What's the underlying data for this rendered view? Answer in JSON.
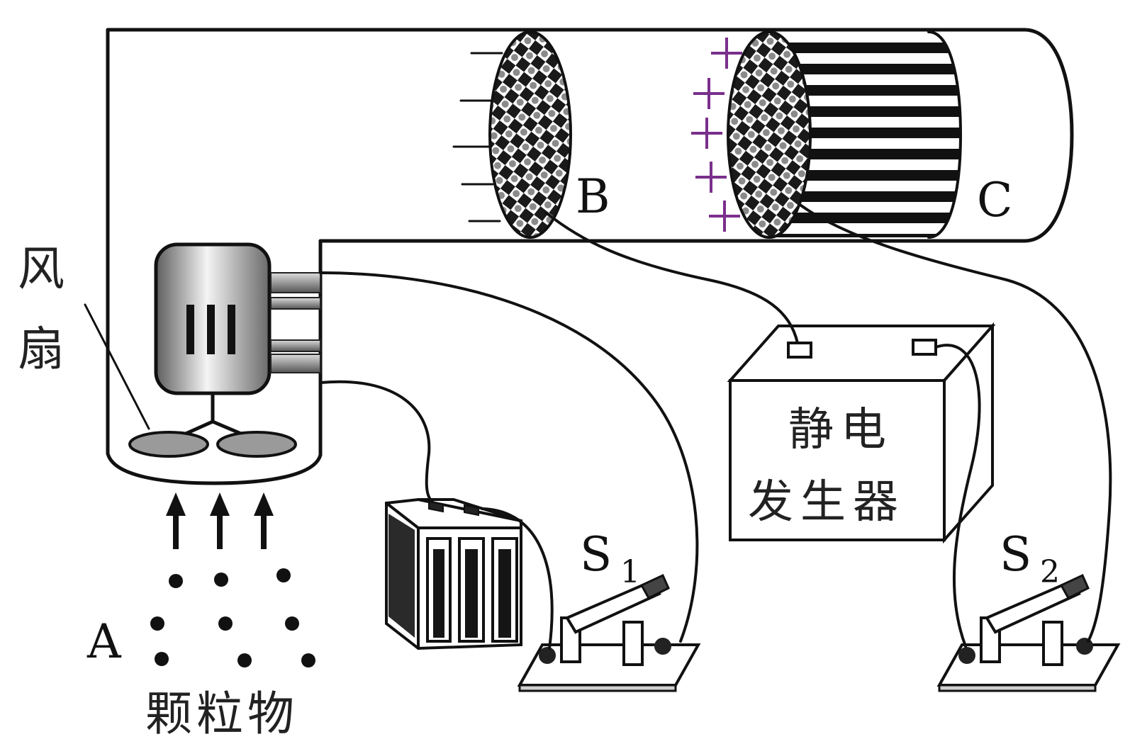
{
  "labels": {
    "fan_char1": "风",
    "fan_char2": "扇",
    "plate_b": "B",
    "plate_c": "C",
    "generator_line1": "静电",
    "generator_line2": "发生器",
    "switch1_letter": "S",
    "switch1_sub": "1",
    "switch2_letter": "S",
    "switch2_sub": "2",
    "particle_letter": "A",
    "particles_caption": "颗粒物"
  },
  "colors": {
    "ink": "#111111",
    "plus_sign": "#7a2f8c",
    "motor_light": "#f0f0f0",
    "motor_dark": "#6a6a6a",
    "fan_blade": "#9a9a9a"
  }
}
